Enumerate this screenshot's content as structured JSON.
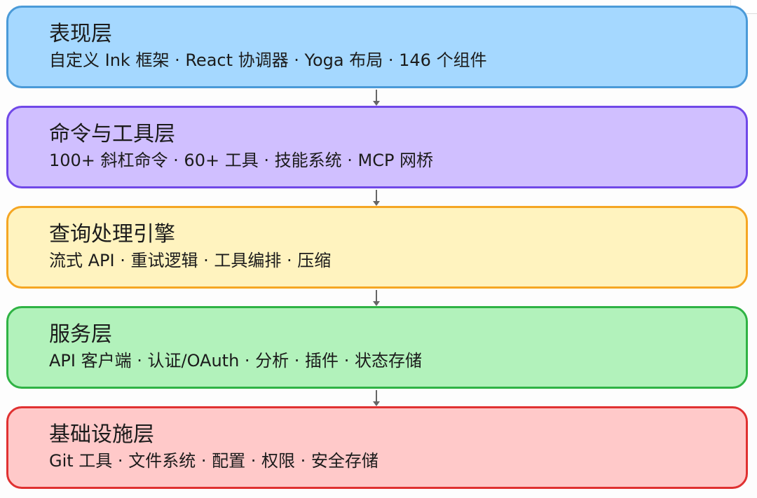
{
  "layers": [
    {
      "title": "表现层",
      "subtitle": "自定义 Ink 框架 · React 协调器 · Yoga 布局 · 146 个组件",
      "fill": "#a5d8ff",
      "stroke": "#4a9ad8"
    },
    {
      "title": "命令与工具层",
      "subtitle": "100+ 斜杠命令 · 60+ 工具 · 技能系统 · MCP 网桥",
      "fill": "#d0bfff",
      "stroke": "#7048e8"
    },
    {
      "title": "查询处理引擎",
      "subtitle": "流式 API · 重试逻辑 · 工具编排 · 压缩",
      "fill": "#fff3bf",
      "stroke": "#f5a623"
    },
    {
      "title": "服务层",
      "subtitle": "API 客户端 · 认证/OAuth · 分析 · 插件 · 状态存储",
      "fill": "#b2f2bb",
      "stroke": "#2fb344"
    },
    {
      "title": "基础设施层",
      "subtitle": "Git 工具 · 文件系统 · 配置 · 权限 · 安全存储",
      "fill": "#ffc9c9",
      "stroke": "#e03131"
    }
  ]
}
